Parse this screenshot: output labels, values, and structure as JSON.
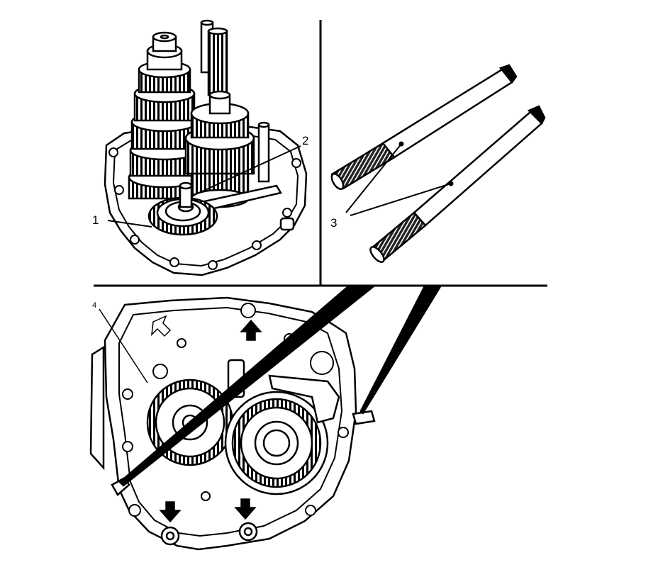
{
  "diagram": {
    "callouts": [
      {
        "id": "1",
        "label": "1"
      },
      {
        "id": "2",
        "label": "2"
      },
      {
        "id": "3",
        "label": "3"
      },
      {
        "id": "4",
        "label": "4"
      }
    ],
    "panels": [
      {
        "id": "gear-cluster",
        "label": ""
      },
      {
        "id": "guide-pins",
        "label": ""
      },
      {
        "id": "case-half",
        "label": ""
      }
    ],
    "colors": {
      "ink": "#000000",
      "paper": "#ffffff"
    }
  }
}
